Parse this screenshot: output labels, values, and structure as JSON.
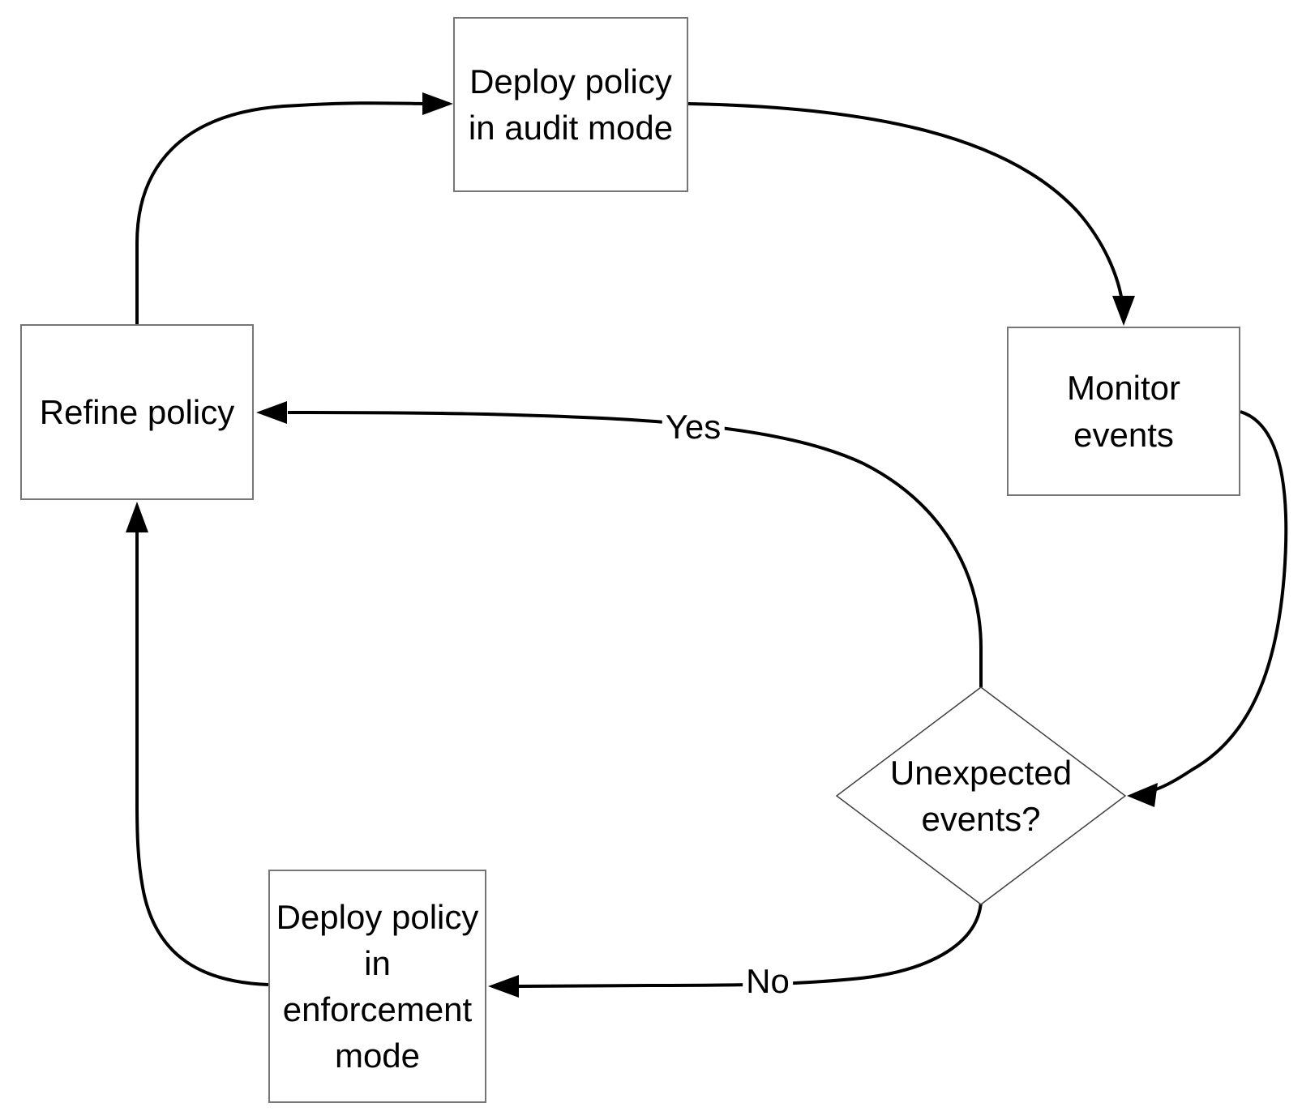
{
  "diagram": {
    "type": "flowchart",
    "background": "#ffffff",
    "colors": {
      "connector_line": "#000000",
      "node_border": "#767676",
      "diamond_border": "#404040",
      "text": "#000000"
    },
    "nodes": {
      "deploy_audit": {
        "shape": "rectangle",
        "label": "Deploy policy\nin audit mode"
      },
      "monitor": {
        "shape": "rectangle",
        "label": "Monitor\nevents"
      },
      "decision": {
        "shape": "diamond",
        "label": "Unexpected\nevents?"
      },
      "refine": {
        "shape": "rectangle",
        "label": "Refine policy"
      },
      "deploy_enforce": {
        "shape": "rectangle",
        "label": "Deploy policy\nin\nenforcement\nmode"
      }
    },
    "edge_labels": {
      "yes": "Yes",
      "no": "No"
    },
    "edges": [
      {
        "from": "refine",
        "to": "deploy_audit",
        "label": ""
      },
      {
        "from": "deploy_audit",
        "to": "monitor",
        "label": ""
      },
      {
        "from": "monitor",
        "to": "decision",
        "label": ""
      },
      {
        "from": "decision",
        "to": "refine",
        "label": "Yes"
      },
      {
        "from": "decision",
        "to": "deploy_enforce",
        "label": "No"
      },
      {
        "from": "deploy_enforce",
        "to": "refine",
        "label": ""
      }
    ]
  }
}
